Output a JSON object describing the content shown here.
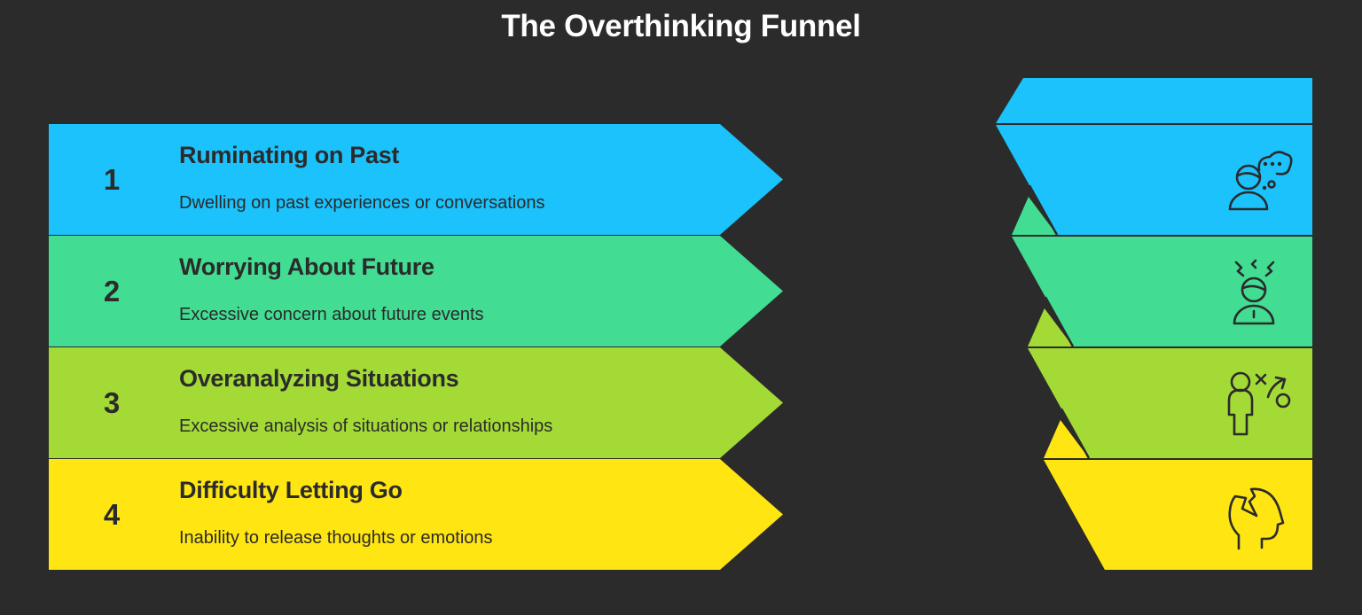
{
  "title": "The Overthinking Funnel",
  "colors": {
    "background": "#2b2b2b",
    "text_dark": "#2b2b2b",
    "stage_1": "#1bc2fb",
    "stage_2": "#42dc92",
    "stage_3": "#a3da36",
    "stage_4": "#ffe512"
  },
  "stages": [
    {
      "number": "1",
      "label": "Ruminating on Past",
      "description": "Dwelling on past experiences or conversations",
      "icon": "person-thought-bubble-icon",
      "color": "#1bc2fb"
    },
    {
      "number": "2",
      "label": "Worrying About Future",
      "description": "Excessive concern about future events",
      "icon": "stressed-person-icon",
      "color": "#42dc92"
    },
    {
      "number": "3",
      "label": "Overanalyzing Situations",
      "description": "Excessive analysis of situations or relationships",
      "icon": "person-strategy-icon",
      "color": "#a3da36"
    },
    {
      "number": "4",
      "label": "Difficulty Letting Go",
      "description": "Inability to release thoughts or emotions",
      "icon": "broken-head-icon",
      "color": "#ffe512"
    }
  ]
}
